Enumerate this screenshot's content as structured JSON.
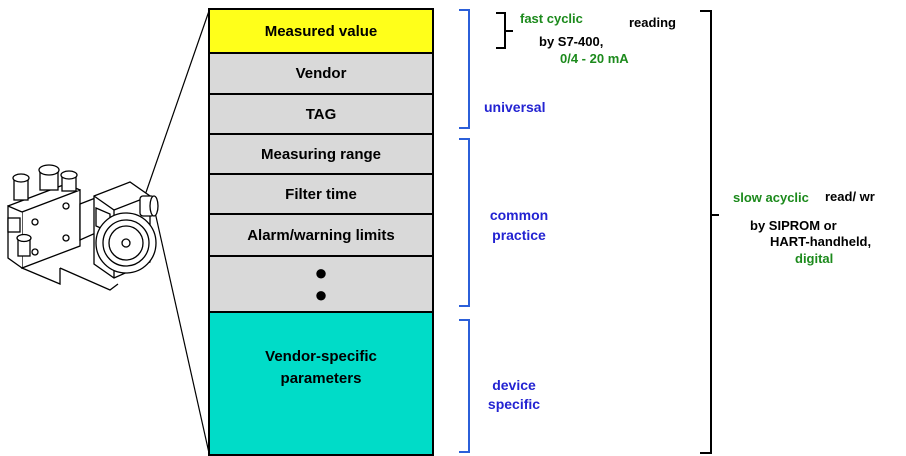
{
  "colors": {
    "measured_value_fill": "#ffff1a",
    "parameter_fill": "#d9d9d9",
    "vendor_specific_fill": "#00dcc8",
    "category_text": "#2323d2",
    "highlight_text": "#1c8a1c",
    "bracket_blue": "#2b5fd9"
  },
  "icons": {
    "device": "pressure-transmitter-icon"
  },
  "cells": {
    "measured_value": "Measured value",
    "vendor": "Vendor",
    "tag": "TAG",
    "measuring_range": "Measuring range",
    "filter_time": "Filter  time",
    "alarm_limits": "Alarm/warning limits",
    "ellipsis_dots": "● ●",
    "vendor_specific_line1": "Vendor-specific",
    "vendor_specific_line2": "parameters"
  },
  "categories": {
    "universal": "universal",
    "common_line1": "common",
    "common_line2": "practice",
    "device_line1": "device",
    "device_line2": "specific"
  },
  "fast_reading": {
    "fast_cyclic": "fast cyclic",
    "reading": "reading",
    "by_s7": "by S7-400,",
    "current": "0/4 - 20 mA"
  },
  "slow_access": {
    "slow_acyclic": "slow acyclic",
    "read_write": "read/ wr",
    "by_siprom": "by SIPROM or",
    "hart": "HART-handheld,",
    "digital": "digital"
  }
}
